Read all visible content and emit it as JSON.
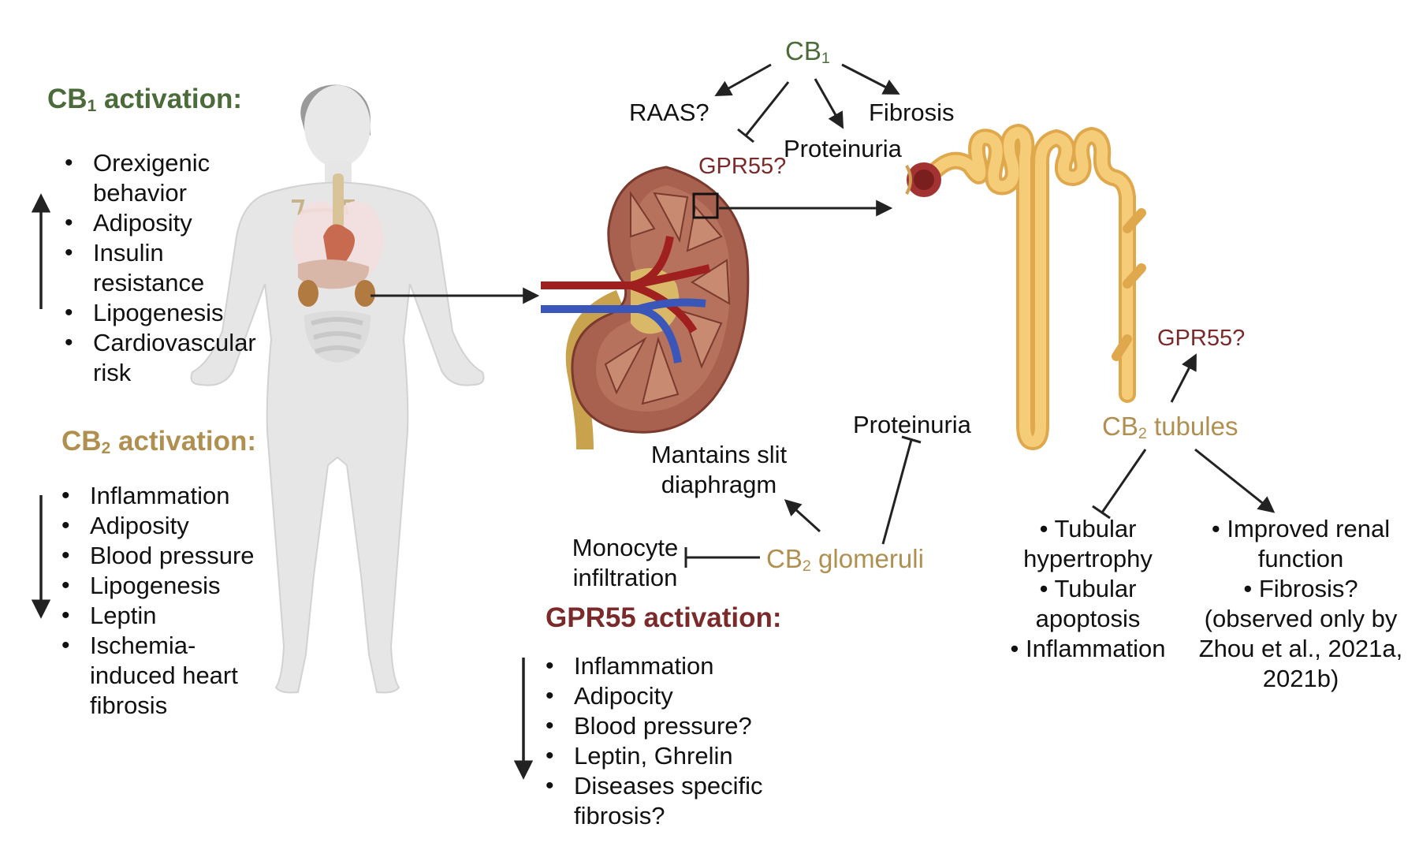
{
  "colors": {
    "cb1": "#4b6b3a",
    "cb2": "#b09050",
    "gpr55": "#7a2a2a",
    "arrow": "#222222",
    "kidney_cortex": "#a8614e",
    "nephron": "#e8b860",
    "body": "#e6e6e6"
  },
  "left": {
    "cb1_heading": "CB",
    "cb1_heading_sub": "1",
    "cb1_heading_tail": " activation:",
    "cb1_items": [
      "Orexigenic behavior",
      "Adiposity",
      "Insulin resistance",
      "Lipogenesis",
      "Cardiovascular risk"
    ],
    "cb1_direction": "up",
    "cb2_heading": "CB",
    "cb2_heading_sub": "2",
    "cb2_heading_tail": " activation:",
    "cb2_items": [
      "Inflammation",
      "Adiposity",
      "Blood pressure",
      "Lipogenesis",
      "Leptin",
      "Ischemia-induced heart fibrosis"
    ],
    "cb2_direction": "down"
  },
  "top": {
    "cb1_label": "CB",
    "cb1_label_sub": "1",
    "raas": "RAAS?",
    "gpr55": "GPR55?",
    "proteinuria": "Proteinuria",
    "fibrosis": "Fibrosis"
  },
  "glomeruli": {
    "label": "CB",
    "label_sub": "2",
    "label_tail": " glomeruli",
    "slit": "Mantains slit diaphragm",
    "monocyte": "Monocyte infiltration",
    "proteinuria": "Proteinuria"
  },
  "tubules": {
    "label": "CB",
    "label_sub": "2",
    "label_tail": " tubules",
    "gpr55": "GPR55?",
    "inhibited": [
      "Tubular hypertrophy",
      "Tubular apoptosis",
      "Inflammation"
    ],
    "improved": [
      "Improved renal function",
      "Fibrosis? (observed only by Zhou et al., 2021a, 2021b)"
    ]
  },
  "gpr55": {
    "heading": "GPR55 activation:",
    "items": [
      "Inflammation",
      "Adipocity",
      "Blood pressure?",
      "Leptin, Ghrelin",
      "Diseases specific fibrosis?"
    ],
    "direction": "down"
  }
}
